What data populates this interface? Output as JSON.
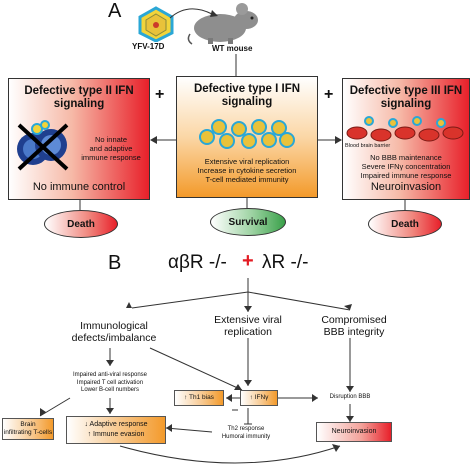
{
  "panel_a": {
    "letter": "A",
    "virus_label": "YFV-17D",
    "mouse_label": "WT mouse",
    "plus1": "+",
    "plus2": "+",
    "left_box": {
      "title_line1": "Defective type II IFN",
      "title_line2": "signaling",
      "note_line1": "No innate",
      "note_line2": "and adaptive",
      "note_line3": "immune response",
      "outcome": "No immune control"
    },
    "center_box": {
      "title_line1": "Defective type I IFN",
      "title_line2": "signaling",
      "line1": "Extensive viral replication",
      "line2": "Increase in cytokine secretion",
      "line3": "T-cell mediated immunity"
    },
    "right_box": {
      "title_line1": "Defective type III IFN",
      "title_line2": "signaling",
      "bbb_label": "Blood brain barrier",
      "line1": "No BBB maintenance",
      "line2": "Severe IFNγ concentration",
      "line3": "Impaired immune response",
      "outcome": "Neuroinvasion"
    },
    "left_oval": "Death",
    "center_oval": "Survival",
    "right_oval": "Death"
  },
  "panel_b": {
    "letter": "B",
    "header_left": "αβR -/-",
    "header_plus": "+",
    "header_right": "λR -/-",
    "node_left_line1": "Immunological",
    "node_left_line2": "defects/imbalance",
    "node_center_line1": "Extensive viral",
    "node_center_line2": "replication",
    "node_right_line1": "Compromised",
    "node_right_line2": "BBB integrity",
    "impaired_line1": "Impaired anti-viral response",
    "impaired_line2": "Impaired T cell activation",
    "impaired_line3": "Lower B-cell numbers",
    "brain_line1": "Brain",
    "brain_line2": "infiltrating T-cells",
    "adaptive_line1": "↓ Adaptive response",
    "adaptive_line2": "↑ Immune evasion",
    "th1_label": "↑ Th1 bias",
    "ifng_label": "↑ IFNγ",
    "th2_line1": "Th2 response",
    "th2_line2": "Humoral immunity",
    "disruption_label": "Disruption BBB",
    "neuroinvasion_label": "Neuroinvasion"
  },
  "colors": {
    "red": "#e8202a",
    "orange": "#f39a2b",
    "green": "#3aa14a",
    "virus_blue": "#2aa7d6",
    "plus_red": "#e31b23"
  }
}
